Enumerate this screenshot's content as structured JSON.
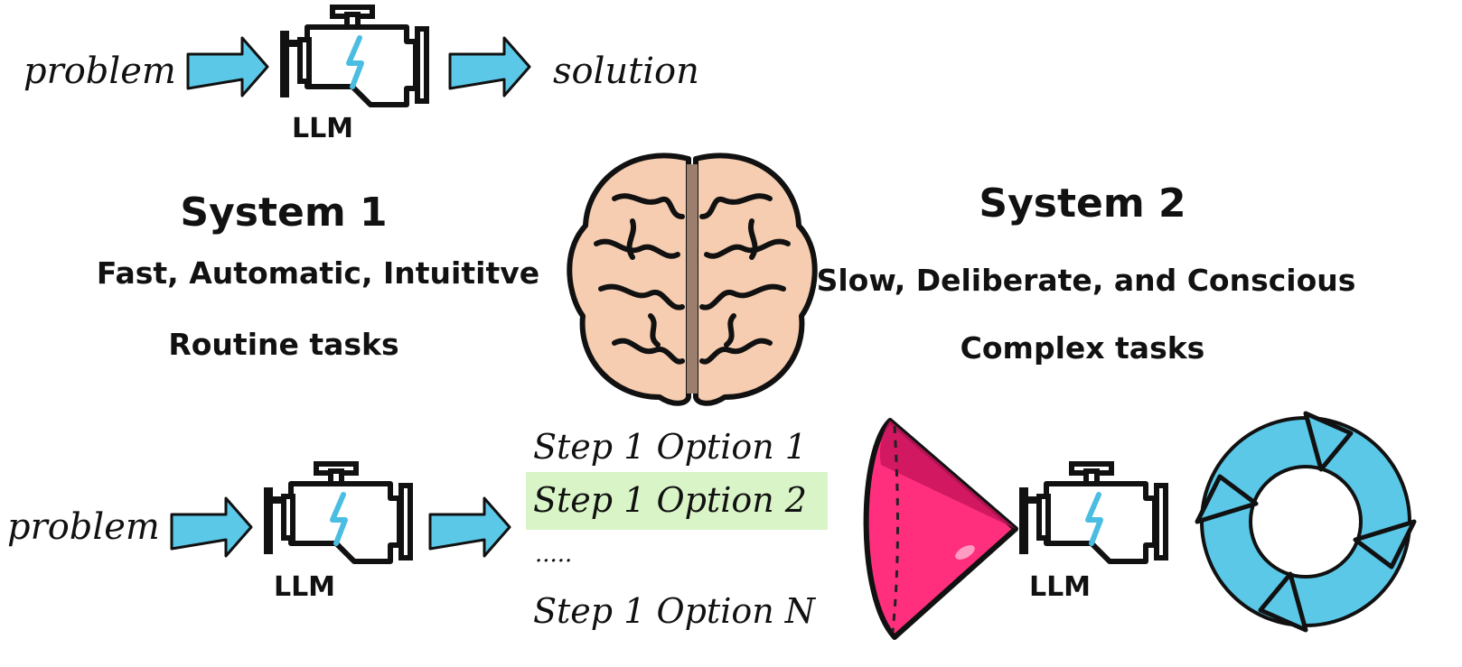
{
  "top_flow": {
    "input_label": "problem",
    "engine_label": "LLM",
    "output_label": "solution"
  },
  "system1": {
    "title": "System 1",
    "subtitle": "Fast, Automatic, Intuititve",
    "tasks": "Routine tasks"
  },
  "system2": {
    "title": "System 2",
    "subtitle": "Slow, Deliberate, and Conscious",
    "tasks": "Complex tasks"
  },
  "bottom_flow": {
    "input_label": "problem",
    "engine_label": "LLM",
    "options": [
      "Step 1 Option 1",
      "Step 1 Option 2",
      "·····",
      "Step 1 Option N"
    ],
    "selected_option_index": 1,
    "evaluator_label": "LLM"
  },
  "colors": {
    "arrow": "#5bc8e8",
    "bolt": "#4bbde3",
    "highlight": "#d9f5c7",
    "cone": "#ff2f7e",
    "cone_dark": "#c9145c",
    "cycle": "#5bc8e8",
    "brain": "#f6cdb0",
    "brain_center": "#9b7e6d"
  }
}
